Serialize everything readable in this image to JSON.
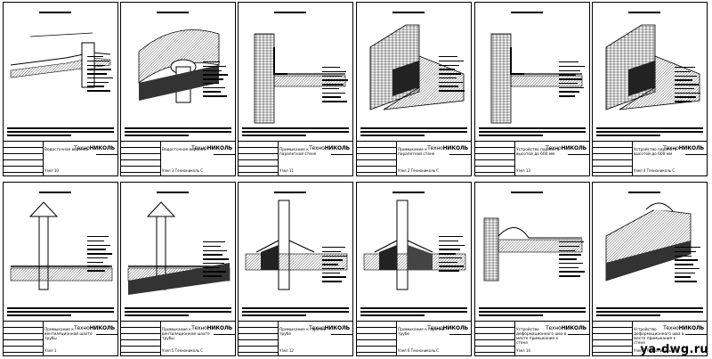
{
  "sheets": [
    {
      "caption": "Водосточная воронка",
      "number": "Узел 10",
      "brand_a": "Техно",
      "brand_b": "НИКОЛЬ",
      "drawing": "funnel"
    },
    {
      "caption": "Водосточная воронка",
      "number": "Узел 3 Технониколь С",
      "brand_a": "Техно",
      "brand_b": "НИКОЛЬ",
      "drawing": "funnel3d"
    },
    {
      "caption": "Примыкание к парапетной стене",
      "number": "Узел 11",
      "brand_a": "Техно",
      "brand_b": "НИКОЛЬ",
      "drawing": "parapet"
    },
    {
      "caption": "Примыкание к парапетной стене",
      "number": "Узел 2 Технониколь С",
      "brand_a": "Техно",
      "brand_b": "НИКОЛЬ",
      "drawing": "parapet3d"
    },
    {
      "caption": "Устройство парапета высотой до 600 мм",
      "number": "Узел 13",
      "brand_a": "Техно",
      "brand_b": "НИКОЛЬ",
      "drawing": "parapet_low"
    },
    {
      "caption": "Устройство парапета высотой до 600 мм",
      "number": "Узел 4 Технониколь С",
      "brand_a": "Техно",
      "brand_b": "НИКОЛЬ",
      "drawing": "parapet_low3d"
    },
    {
      "caption": "Примыкание к вентиляционной шахте трубы",
      "number": "Узел 1",
      "brand_a": "Техно",
      "brand_b": "НИКОЛЬ",
      "drawing": "pipe_cap"
    },
    {
      "caption": "Примыкание к вентиляционной шахте трубы",
      "number": "Узел 5 Технониколь С",
      "brand_a": "Техно",
      "brand_b": "НИКОЛЬ",
      "drawing": "pipe_cap3d"
    },
    {
      "caption": "Примыкание к горячей трубе",
      "number": "Узел 12",
      "brand_a": "Техно",
      "brand_b": "НИКОЛЬ",
      "drawing": "hot_pipe"
    },
    {
      "caption": "Примыкание к горячей трубе",
      "number": "Узел 6 Технониколь С",
      "brand_a": "Техно",
      "brand_b": "НИКОЛЬ",
      "drawing": "hot_pipe3d"
    },
    {
      "caption": "Устройство деформационного шва в месте примыкания к стене",
      "number": "Узел 14",
      "brand_a": "Техно",
      "brand_b": "НИКОЛЬ",
      "drawing": "joint"
    },
    {
      "caption": "Устройство деформационного шва в месте примыкания к стене",
      "number": "Узел 7 Технониколь С",
      "brand_a": "Техно",
      "brand_b": "НИКОЛЬ",
      "drawing": "joint3d"
    }
  ],
  "watermark": "ya-dwg.ru"
}
